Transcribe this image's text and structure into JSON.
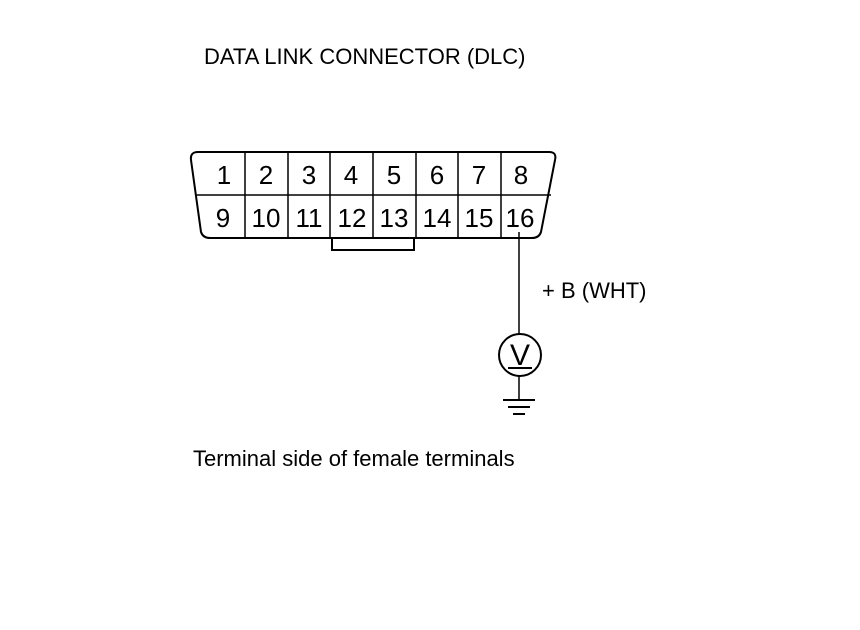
{
  "title": "DATA LINK CONNECTOR (DLC)",
  "caption": "Terminal side of female terminals",
  "connector": {
    "top_row": [
      "1",
      "2",
      "3",
      "4",
      "5",
      "6",
      "7",
      "8"
    ],
    "bottom_row": [
      "9",
      "10",
      "11",
      "12",
      "13",
      "14",
      "15",
      "16"
    ],
    "bridged_terminals": [
      "12",
      "13"
    ]
  },
  "wire": {
    "terminal": "16",
    "label": "+ B (WHT)"
  },
  "meter": {
    "symbol": "V"
  },
  "colors": {
    "line": "#000000",
    "background": "#ffffff"
  }
}
